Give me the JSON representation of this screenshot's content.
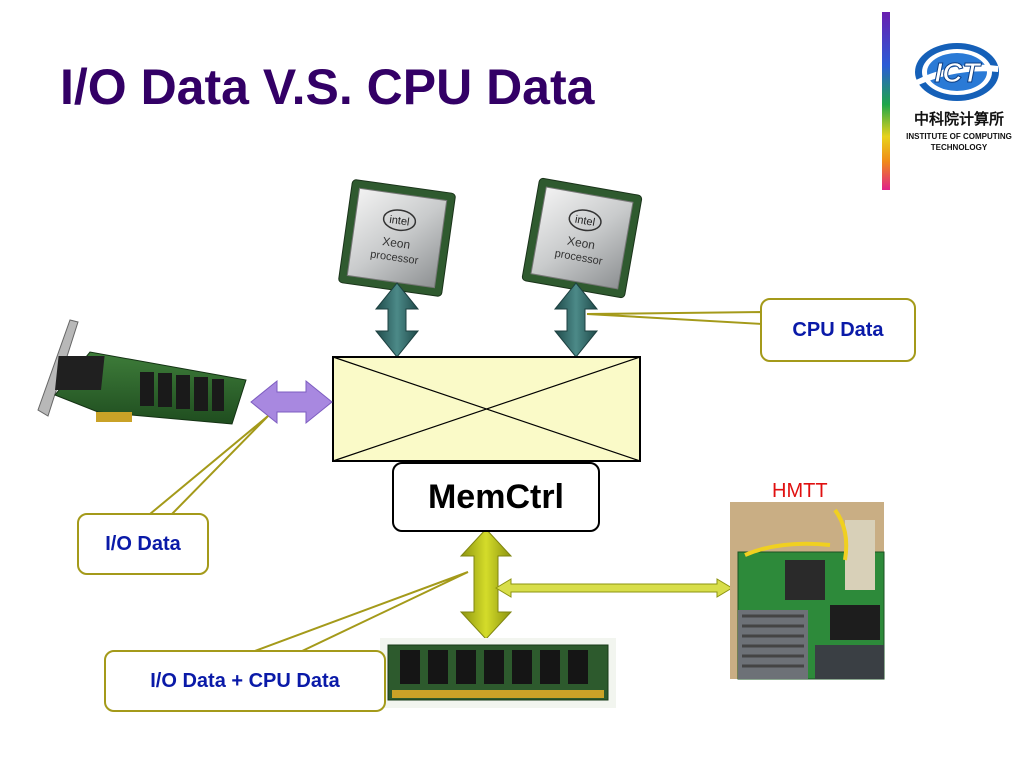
{
  "slide": {
    "title": "I/O Data V.S. CPU Data"
  },
  "logo": {
    "emblem_text": "ICT",
    "chinese_name": "中科院计算所",
    "english_name": "INSTITUTE OF COMPUTING TECHNOLOGY",
    "bar_colors": [
      "#6a1fb0",
      "#2a5bd6",
      "#1ea64a",
      "#e8d21a",
      "#f08a1a",
      "#e0218a"
    ]
  },
  "diagram": {
    "cpu_chip_brand": "intel",
    "cpu_chip_model": "Xeon",
    "cpu_chip_line": "processor",
    "memctrl_label": "MemCtrl",
    "hmtt_label": "HMTT",
    "callouts": {
      "cpu_data": "CPU Data",
      "io_data": "I/O Data",
      "io_cpu_data": "I/O Data + CPU Data"
    },
    "colors": {
      "title": "#330066",
      "callout_text": "#0a1aa8",
      "callout_border": "#a49a1a",
      "cpu_arrow": "#2f6a6a",
      "io_arrow": "#a888e0",
      "memory_arrow": "#b8c21a",
      "memctrl_fill": "#fafac8",
      "hmtt_label": "#e01010"
    }
  }
}
